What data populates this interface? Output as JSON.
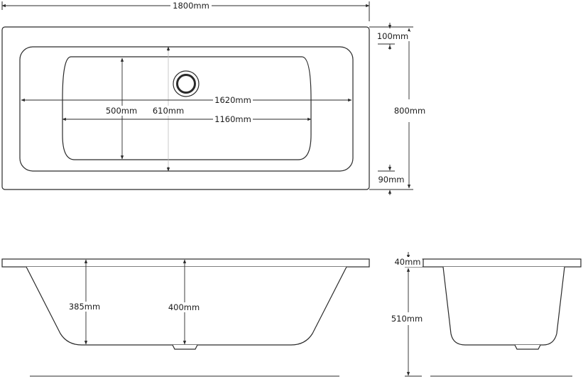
{
  "plan_view": {
    "overall_length": "1800mm",
    "overall_width": "800mm",
    "end_rim": "100mm",
    "side_rim": "90mm",
    "inner_length": "1620mm",
    "floor_length": "1160mm",
    "floor_width": "500mm",
    "waste_offset": "610mm"
  },
  "side_view": {
    "depth_end": "385mm",
    "depth_center": "400mm"
  },
  "end_view": {
    "rim_thickness": "40mm",
    "total_height": "510mm"
  }
}
